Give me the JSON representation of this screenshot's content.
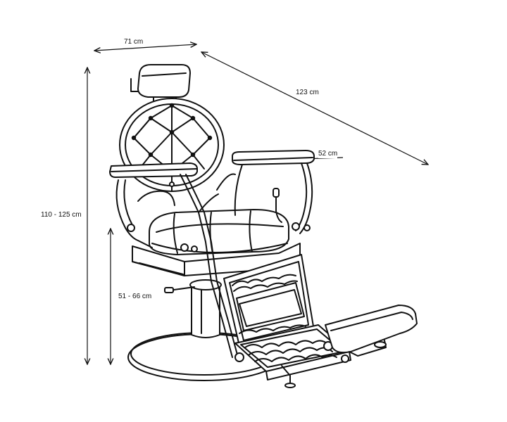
{
  "dimensions": {
    "width": "71 cm",
    "length": "123 cm",
    "seat_width": "52 cm",
    "height_range": "110 - 125 cm",
    "seat_height_range": "51 - 66 cm"
  },
  "colors": {
    "line": "#111111",
    "background": "#ffffff"
  }
}
